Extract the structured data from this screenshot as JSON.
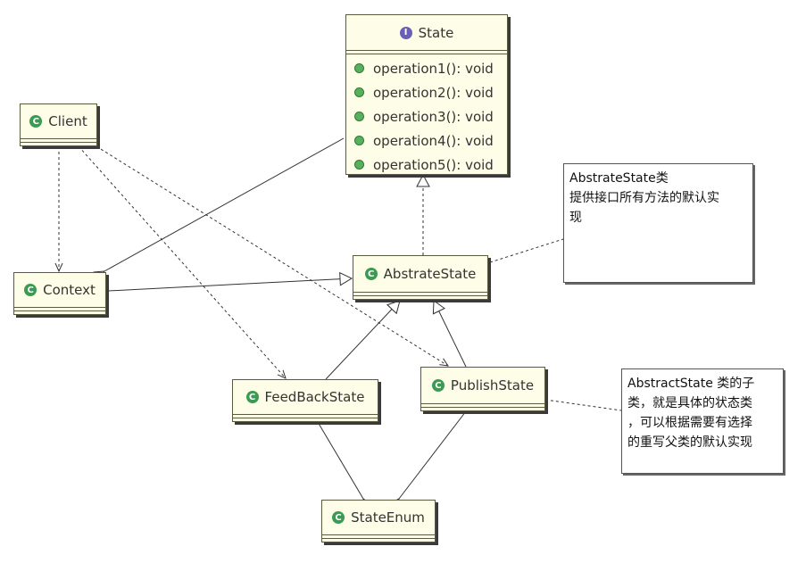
{
  "icons": {
    "class_icon_glyph": "C",
    "interface_icon_glyph": "I",
    "class_color": "#3b9a54",
    "interface_color": "#6a5fb5",
    "method_color": "#57b05c"
  },
  "interface_state": {
    "name": "State",
    "methods": [
      "operation1(): void",
      "operation2(): void",
      "operation3(): void",
      "operation4(): void",
      "operation5(): void"
    ]
  },
  "classes": {
    "client": "Client",
    "context": "Context",
    "abstract_state": "AbstrateState",
    "feedback_state": "FeedBackState",
    "publish_state": "PublishState",
    "state_enum": "StateEnum"
  },
  "notes": {
    "abstract_note": [
      "AbstrateState类",
      "提供接口所有方法的默认实",
      "现"
    ],
    "subclass_note": [
      "AbstractState 类的子",
      "类，就是具体的状态类",
      "，可以根据需要有选择",
      "的重写父类的默认实现"
    ]
  }
}
